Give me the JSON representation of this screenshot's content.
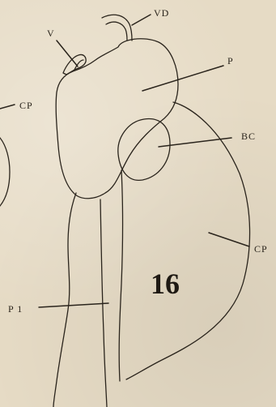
{
  "figure": {
    "number": "16",
    "labels": {
      "vd": "VD",
      "v": "V",
      "p": "P",
      "cp_left": "CP",
      "bc": "BC",
      "cp_right": "CP",
      "p1": "P 1"
    }
  }
}
